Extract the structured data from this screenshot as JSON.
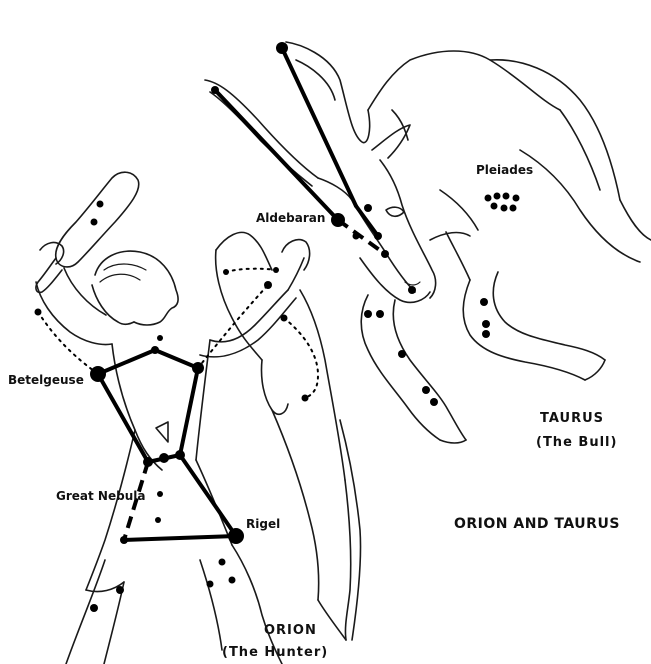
{
  "title": "ORION AND TAURUS",
  "constellations": {
    "orion": {
      "name": "ORION",
      "subtitle": "(The Hunter)"
    },
    "taurus": {
      "name": "TAURUS",
      "subtitle": "(The Bull)"
    }
  },
  "star_labels": {
    "aldebaran": "Aldebaran",
    "pleiades": "Pleiades",
    "betelgeuse": "Betelgeuse",
    "great_nebula": "Great Nebula",
    "rigel": "Rigel"
  },
  "colors": {
    "ink": "#000000",
    "paper": "#ffffff"
  }
}
